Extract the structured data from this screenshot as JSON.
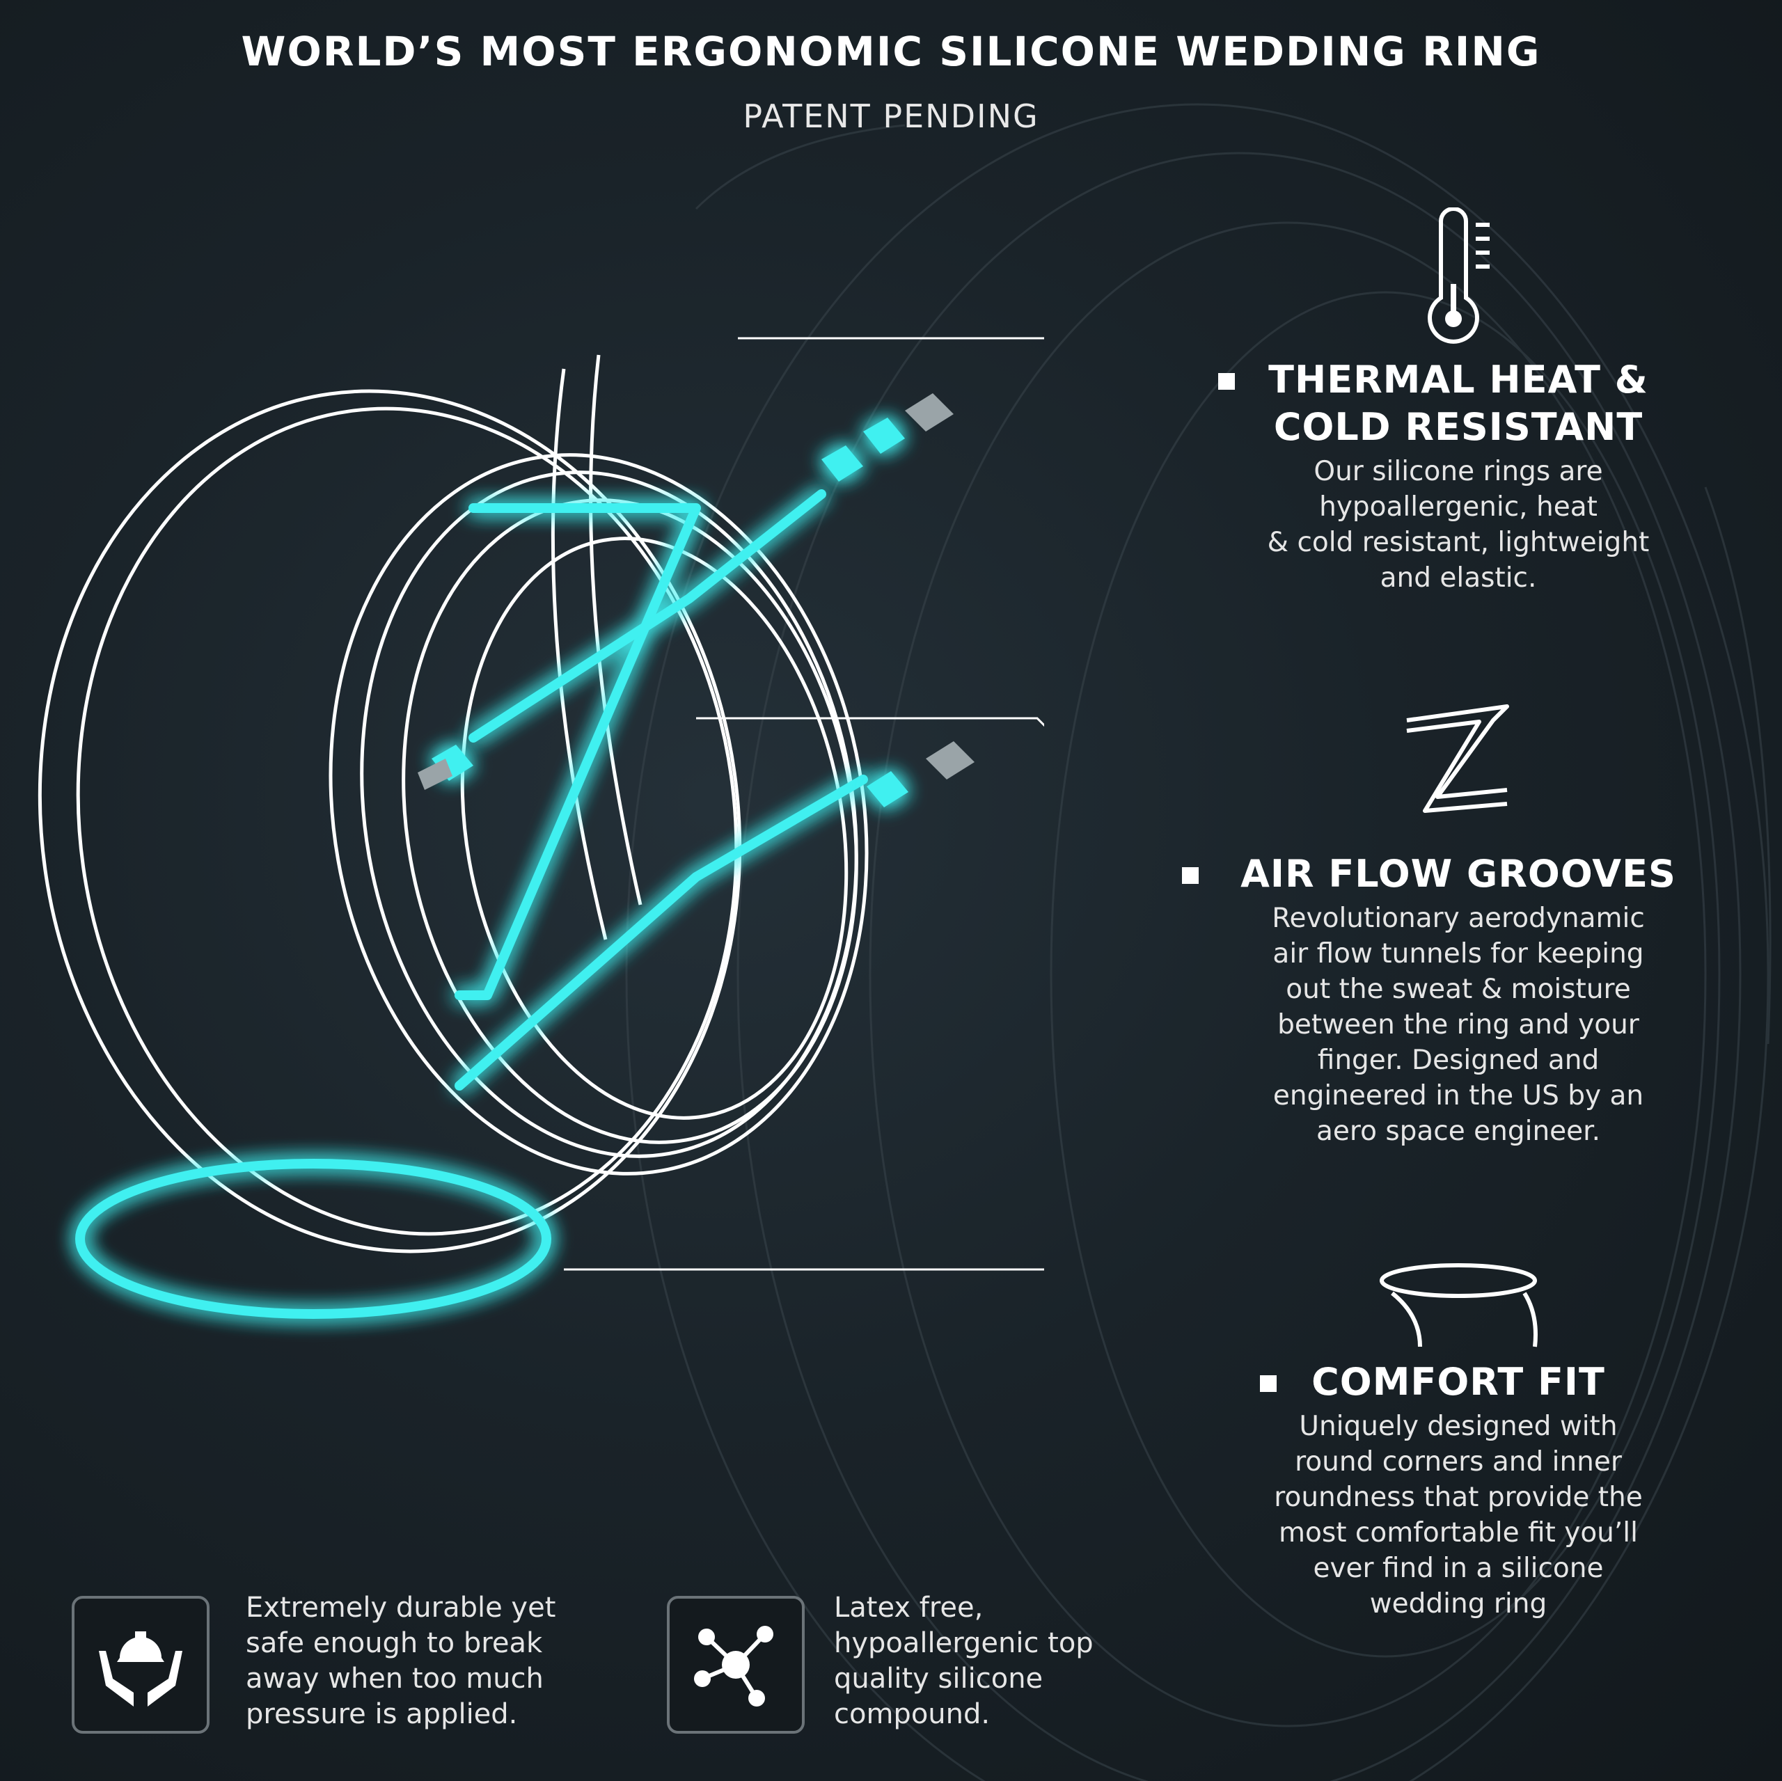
{
  "header": {
    "title": "WORLD’S MOST ERGONOMIC SILICONE WEDDING RING",
    "subtitle": "PATENT PENDING"
  },
  "features": [
    {
      "heading": "THERMAL HEAT &\nCOLD RESISTANT",
      "description": "Our silicone rings are\nhypoallergenic, heat\n& cold resistant, lightweight\nand elastic.",
      "icon": "thermometer-icon"
    },
    {
      "heading": "AIR FLOW GROOVES",
      "description": "Revolutionary aerodynamic\nair flow tunnels for keeping\nout the sweat & moisture\nbetween the ring and your\nfinger. Designed and\nengineered in the US by an\naero space engineer.",
      "icon": "air-groove-icon"
    },
    {
      "heading": "COMFORT FIT",
      "description": "Uniquely designed with\nround corners and inner\nroundness that provide the\nmost comfortable fit you’ll\never find in a silicone\nwedding ring",
      "icon": "comfort-fit-icon"
    }
  ],
  "badges": [
    {
      "icon": "safety-hands-icon",
      "text": "Extremely durable yet\nsafe enough to break\naway when too much\npressure is applied."
    },
    {
      "icon": "molecule-icon",
      "text": "Latex free,\nhypoallergenic top\nquality silicone\ncompound."
    }
  ],
  "colors": {
    "background": "#1a2329",
    "glow": "#3ff0f0",
    "outline": "#ffffff",
    "text": "#ffffff"
  }
}
